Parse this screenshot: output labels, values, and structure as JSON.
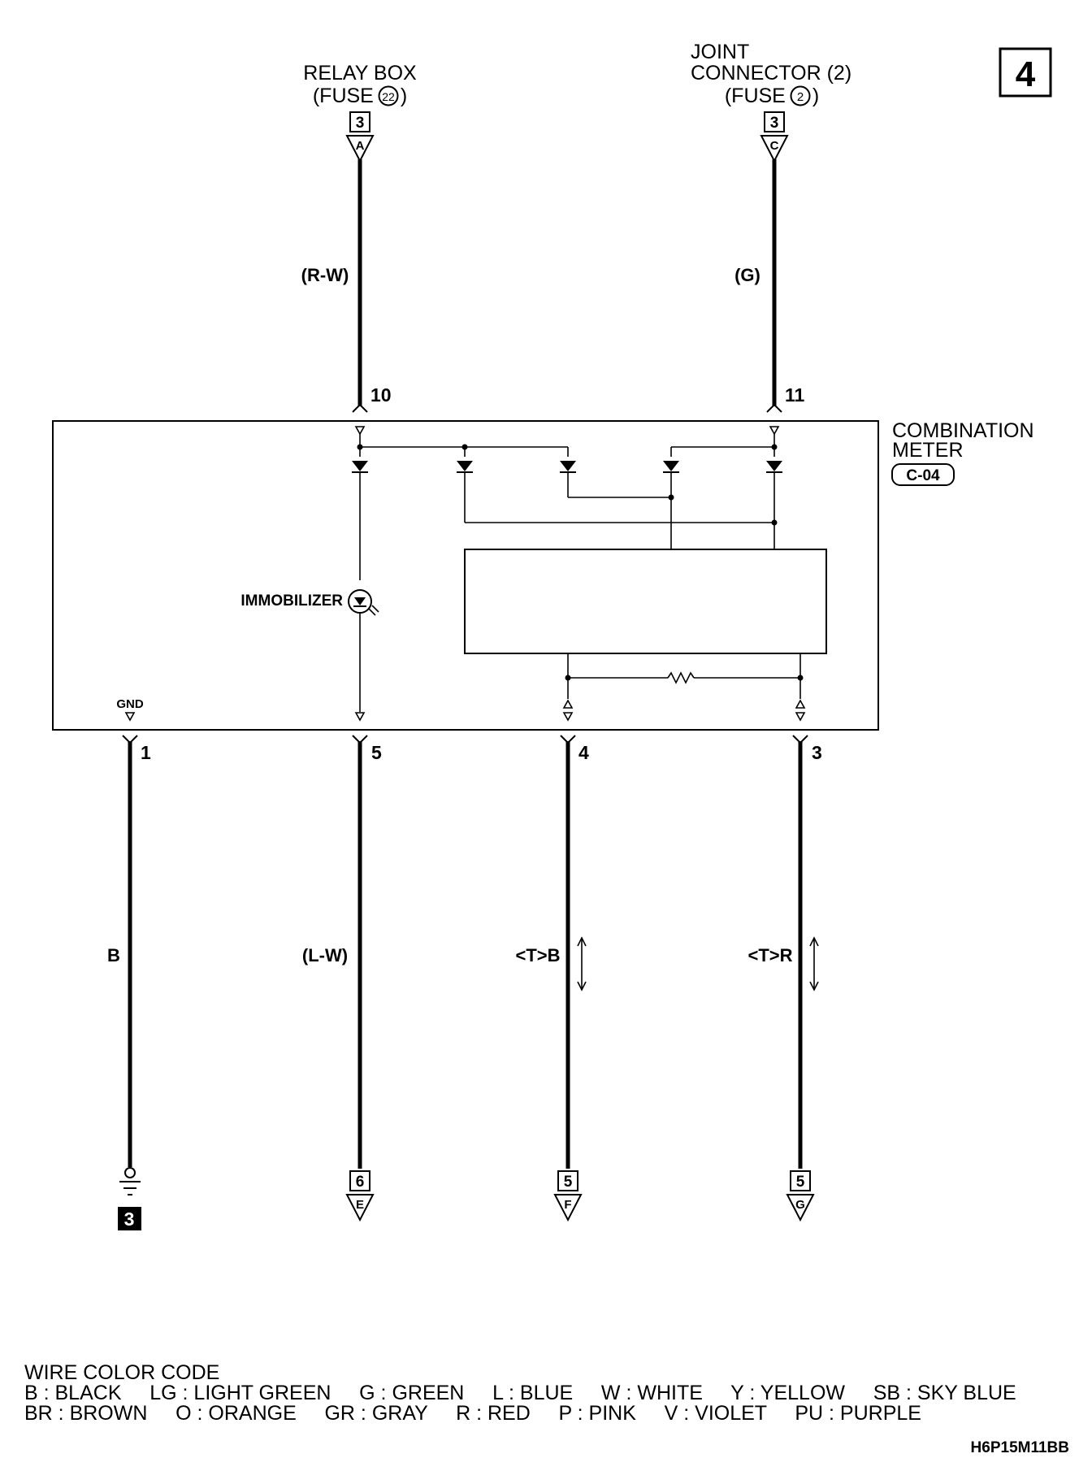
{
  "page_number": "4",
  "top_connectors": {
    "relay_box": {
      "line1": "RELAY BOX",
      "line2_prefix": "(FUSE",
      "fuse_num": "22",
      "line2_suffix": ")",
      "page_ref": "3",
      "letter": "A",
      "wire": "(R-W)",
      "pin": "10"
    },
    "joint_connector": {
      "line1": "JOINT",
      "line2": "CONNECTOR (2)",
      "line3_prefix": "(FUSE",
      "fuse_num": "2",
      "line3_suffix": ")",
      "page_ref": "3",
      "letter": "C",
      "wire": "(G)",
      "pin": "11"
    }
  },
  "component": {
    "name_line1": "COMBINATION",
    "name_line2": "METER",
    "connector_code": "C-04",
    "indicator_label": "IMMOBILIZER",
    "gnd_label": "GND"
  },
  "bottom_wires": [
    {
      "pin": "1",
      "wire": "B",
      "ground_ref": "3"
    },
    {
      "pin": "5",
      "wire": "(L-W)",
      "page_ref": "6",
      "letter": "E"
    },
    {
      "pin": "4",
      "wire": "<T>B",
      "page_ref": "5",
      "letter": "F"
    },
    {
      "pin": "3",
      "wire": "<T>R",
      "page_ref": "5",
      "letter": "G"
    }
  ],
  "legend": {
    "title": "WIRE COLOR CODE",
    "row1": "B : BLACK     LG : LIGHT GREEN     G : GREEN     L : BLUE     W : WHITE     Y : YELLOW     SB : SKY BLUE",
    "row2": "BR : BROWN     O : ORANGE     GR : GRAY     R : RED     P : PINK     V : VIOLET     PU : PURPLE"
  },
  "figure_code": "H6P15M11BB"
}
